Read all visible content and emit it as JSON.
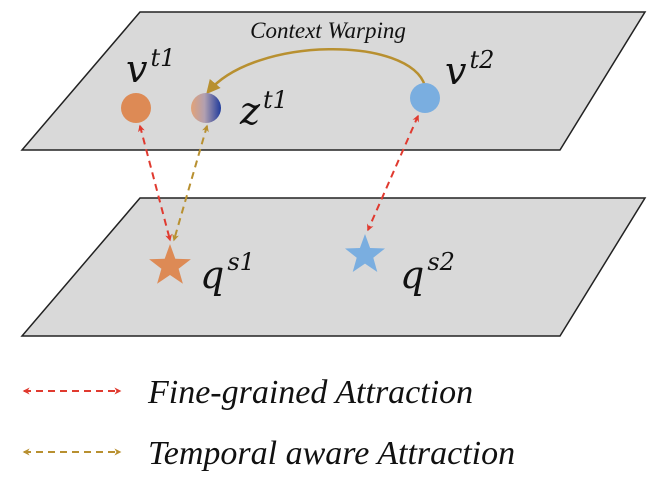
{
  "diagram": {
    "upper_plane": {
      "arrow_label": "Context Warping",
      "nodes": [
        {
          "base": "v",
          "sup": "t1"
        },
        {
          "base": "z",
          "sup": "t1"
        },
        {
          "base": "v",
          "sup": "t2"
        }
      ]
    },
    "lower_plane": {
      "nodes": [
        {
          "base": "q",
          "sup": "s1"
        },
        {
          "base": "q",
          "sup": "s2"
        }
      ]
    },
    "legend": [
      {
        "label": "Fine-grained Attraction",
        "color": "#e03a2f"
      },
      {
        "label": "Temporal aware Attraction",
        "color": "#b89030"
      }
    ],
    "colors": {
      "plane_fill": "#d9d9d9",
      "plane_stroke": "#222222",
      "orange_node": "#dd8a55",
      "blue_node": "#7aaee0",
      "warp_arrow": "#b89030"
    }
  }
}
